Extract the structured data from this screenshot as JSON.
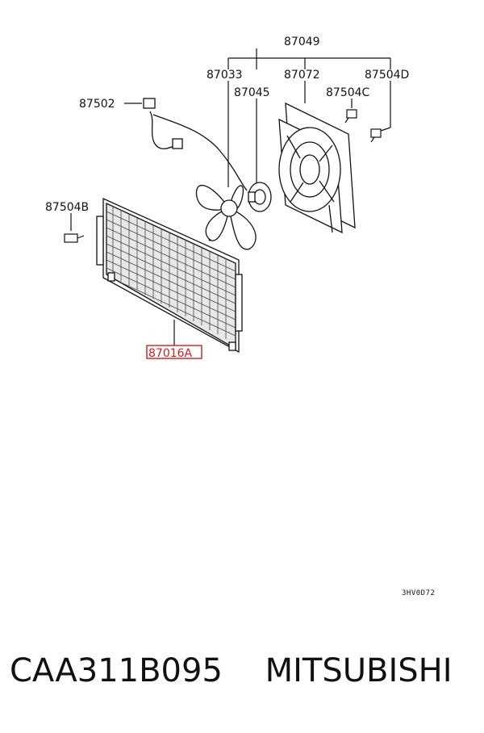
{
  "labels": {
    "assembly": "87049",
    "shroud_group": "87072",
    "fan_blade": "87033",
    "motor": "87045",
    "harness": "87502",
    "bolt_c": "87504C",
    "bolt_d": "87504D",
    "bolt_b": "87504B",
    "condenser": "87016A"
  },
  "diagram_code": "3HV0D72",
  "footer": {
    "part_number": "CAA311B095",
    "brand": "MITSUBISHI"
  },
  "colors": {
    "highlight": "#cc2020",
    "line": "#111111"
  }
}
